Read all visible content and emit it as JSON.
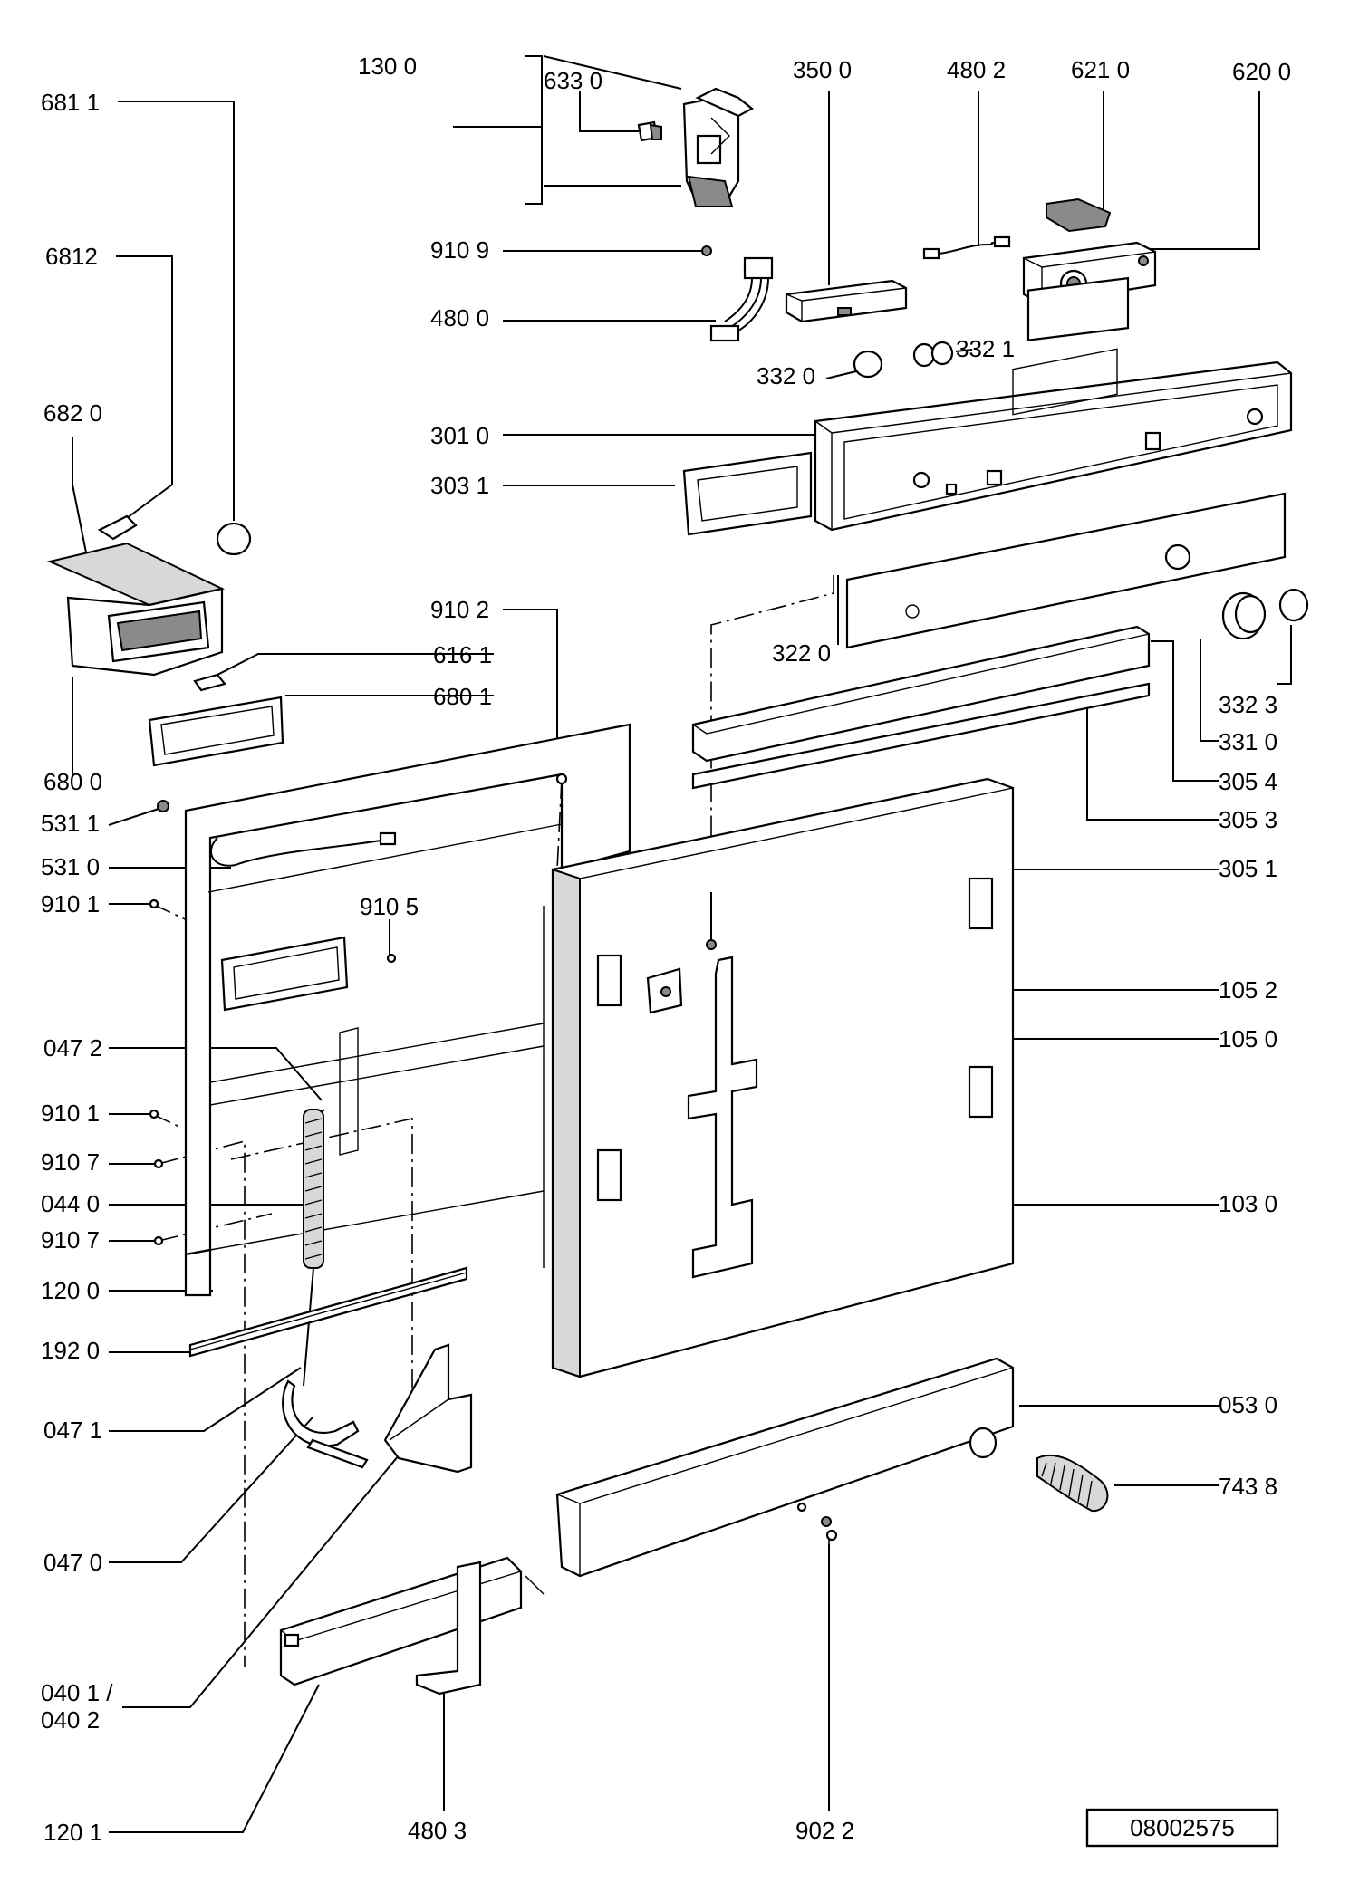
{
  "labels": {
    "p1300": "130 0",
    "p6330": "633 0",
    "p3500": "350 0",
    "p4802": "480 2",
    "p6210": "621 0",
    "p6200": "620 0",
    "p6811": "681 1",
    "p6812": "6812",
    "p9109": "910 9",
    "p4800": "480 0",
    "p3320": "332 0",
    "p3321": "332 1",
    "p6820": "682 0",
    "p3010": "301 0",
    "p3031": "303 1",
    "p9102": "910 2",
    "p6161": "616 1",
    "p6801": "680 1",
    "p3220": "322 0",
    "p3323": "332 3",
    "p3310": "331 0",
    "p6800": "680 0",
    "p3054": "305 4",
    "p5311": "531 1",
    "p3053": "305 3",
    "p5310": "531 0",
    "p3051": "305 1",
    "p9101a": "910 1",
    "p9105": "910 5",
    "p1052": "105 2",
    "p1050": "105 0",
    "p0472": "047 2",
    "p9101b": "910 1",
    "p9107a": "910 7",
    "p0440": "044 0",
    "p1030": "103 0",
    "p9107b": "910 7",
    "p1200": "120 0",
    "p1920": "192 0",
    "p0471": "047 1",
    "p0530": "053 0",
    "p7438": "743 8",
    "p0470": "047 0",
    "p0401": "040 1 /",
    "p0402": "040 2",
    "p1201": "120 1",
    "p4803": "480 3",
    "p9022": "902 2"
  },
  "doc_number": "08002575"
}
